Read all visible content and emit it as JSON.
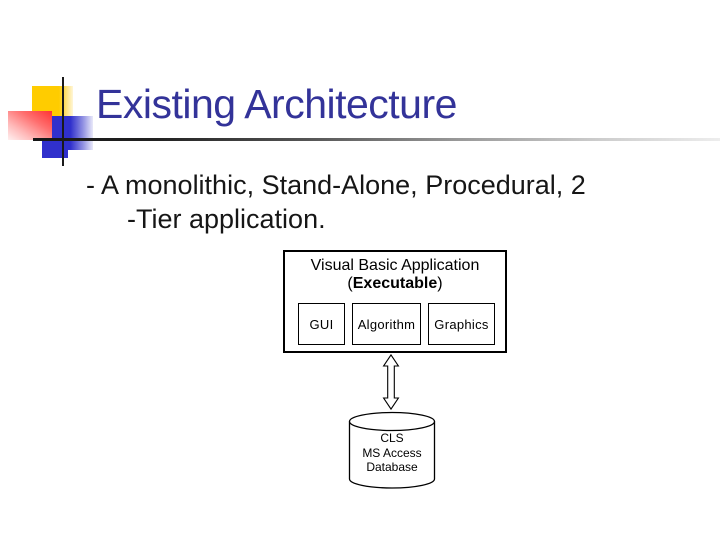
{
  "slide": {
    "title": "Existing Architecture",
    "body": {
      "line1": "- A monolithic, Stand-Alone, Procedural, 2",
      "line2": "-Tier application."
    }
  },
  "diagram": {
    "app_box": {
      "title": "Visual Basic Application",
      "subtitle_open": "(",
      "subtitle_word": "Executable",
      "subtitle_close": ")",
      "modules": [
        "GUI",
        "Algorithm",
        "Graphics"
      ]
    },
    "database": {
      "lines": [
        "CLS",
        "MS Access",
        "Database"
      ]
    }
  },
  "colors": {
    "title_text": "#333399",
    "body_text": "#161616",
    "accent_yellow": "#FFCC00",
    "accent_red": "#FF3333",
    "accent_blue": "#3030CC",
    "diagram_stroke": "#000000",
    "rule_gradient_start": "#161616",
    "rule_gradient_end": "#EDEDED"
  }
}
